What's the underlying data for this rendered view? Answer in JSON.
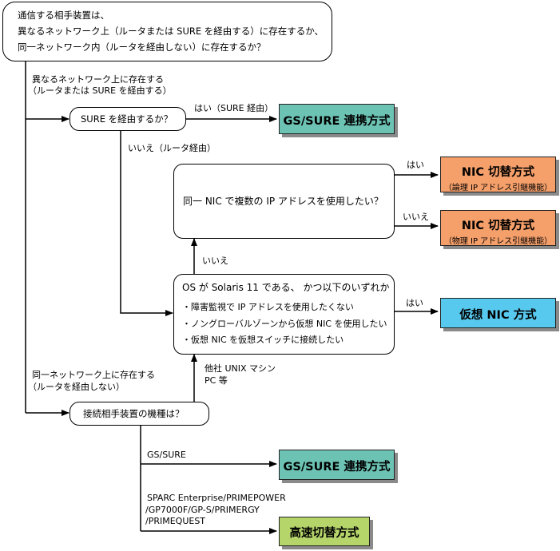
{
  "top_question": {
    "line1": "通信する相手装置は、",
    "line2": "異なるネットワーク上（ルータまたは SURE を経由する）に存在するか、",
    "line3": "同一ネットワーク内（ルータを経由しない）に存在するか？"
  },
  "branch_different": {
    "line1": "異なるネットワーク上に存在する",
    "line2": "（ルータまたは SURE を経由する）"
  },
  "sure_question": "SURE を経由するか？",
  "sure_yes": "はい（SURE 経由）",
  "sure_no": "いいえ（ルータ経由）",
  "result_gs_sure_1": "GS/SURE 連携方式",
  "nic_question": "同一 NIC で複数の IP アドレスを使用したい？",
  "nic_yes": "はい",
  "nic_no": "いいえ",
  "result_nic_logical": {
    "title": "NIC 切替方式",
    "sub": "（論理 IP アドレス引継機能）"
  },
  "result_nic_physical": {
    "title": "NIC 切替方式",
    "sub": "（物理 IP アドレス引継機能）"
  },
  "up_no": "いいえ",
  "solaris_question": {
    "line1": "OS が Solaris 11 である、 かつ以下のいずれか",
    "item1": "・障害監視で IP アドレスを使用したくない",
    "item2": "・ノングローバルゾーンから仮想 NIC を使用したい",
    "item3": "・仮想 NIC を仮想スイッチに接続したい"
  },
  "solaris_yes": "はい",
  "result_virtual_nic": "仮想 NIC 方式",
  "other_unix": {
    "line1": "他社 UNIX マシン",
    "line2": "PC 等"
  },
  "branch_same": {
    "line1": "同一ネットワーク上に存在する",
    "line2": "（ルータを経由しない）"
  },
  "device_question": "接続相手装置の機種は？",
  "device_gs_sure": "GS/SURE",
  "result_gs_sure_2": "GS/SURE 連携方式",
  "device_sparc": {
    "line1": "SPARC Enterprise/PRIMEPOWER",
    "line2": "/GP7000F/GP-S/PRIMERGY",
    "line3": "/PRIMEQUEST"
  },
  "result_fast_switch": "高速切替方式",
  "colors": {
    "teal": "#6cc3b4",
    "orange": "#f59f6a",
    "blue": "#58c9ee",
    "green": "#b5d46a"
  }
}
